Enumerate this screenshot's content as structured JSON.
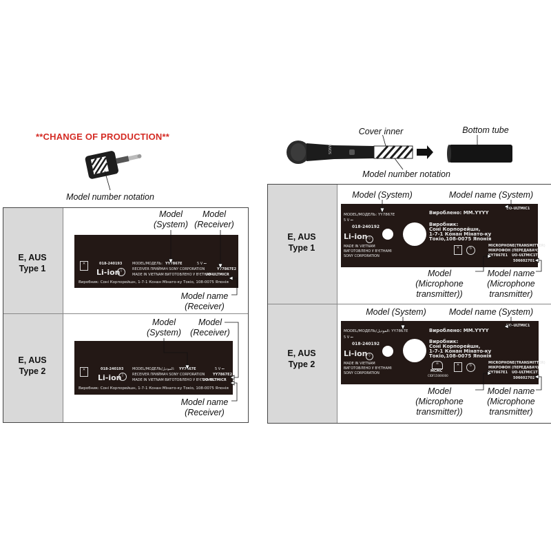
{
  "banner": "**CHANGE OF PRODUCTION**",
  "receiver_photo_caption": "Model number notation",
  "mic_callouts": {
    "cover_inner": "Cover inner",
    "bottom_tube": "Bottom tube",
    "model_number_notation": "Model number notation"
  },
  "left_table": {
    "rows": [
      {
        "header_line1": "E, AUS",
        "header_line2": "Type 1",
        "callout_model_system_1": "Model",
        "callout_model_system_2": "(System)",
        "callout_model_receiver_1": "Model",
        "callout_model_receiver_2": "(Receiver)",
        "callout_model_name_1": "Model name",
        "callout_model_name_2": "(Receiver)",
        "label": {
          "line_cert": "018-240193",
          "model_prefix": "MODEL/МОДЕЛЬ:",
          "model_value": "YY7867E",
          "power": "5 V ⎓",
          "receiver_text": "RECEIVER  ПРИЙМАЧ  SONY CORPORATION",
          "receiver_model": "YY7867E2",
          "made_in": "MADE IN VIETNAM  ВИГОТОВЛЕНО У В'ЄТНАМІ",
          "model_name": "UO-ULTMICR",
          "battery": "Li-ion",
          "address": "Виробник: Соні Корпорейшн, 1-7-1 Конан Мінато-ку Токіо, 108-0075 Японія"
        }
      },
      {
        "header_line1": "E, AUS",
        "header_line2": "Type 2",
        "callout_model_system_1": "Model",
        "callout_model_system_2": "(System)",
        "callout_model_receiver_1": "Model",
        "callout_model_receiver_2": "(Receiver)",
        "callout_model_name_1": "Model name",
        "callout_model_name_2": "(Receiver)",
        "label": {
          "line_cert": "018-240193",
          "model_prefix": "MODEL/МОДЕЛЬ/الموديل:",
          "model_value": "YY7867E",
          "power": "5 V ⎓",
          "receiver_text": "RECEIVER  ПРИЙМАЧ  SONY CORPORATION",
          "receiver_model": "YY7867E2",
          "made_in": "MADE IN VIETNAM  ВИГОТОВЛЕНО У В'ЄТНАМІ",
          "model_name": "UO-ULTMICR",
          "battery": "Li-ion",
          "address": "Виробник: Соні Корпорейшн, 1-7-1 Конан Мінато-ку Токіо, 108-0075 Японія"
        }
      }
    ]
  },
  "right_table": {
    "rows": [
      {
        "header_line1": "E, AUS",
        "header_line2": "Type 1",
        "callout_model_system": "Model (System)",
        "callout_model_name_system": "Model name (System)",
        "callout_model_mic_1": "Model",
        "callout_model_mic_2": "(Microphone",
        "callout_model_mic_3": "transmitter))",
        "callout_name_mic_1": "Model name",
        "callout_name_mic_2": "(Microphone",
        "callout_name_mic_3": "transmitter)",
        "label": {
          "model_line": "MODEL/МОДЕЛЬ:  YY7867E",
          "power": "5 V ⎓",
          "cert": "018-240192",
          "battery": "Li-ion",
          "produced": "Вироблено:  MM.YYYY",
          "model_name": "UO-ULTMIC1",
          "maker_1": "Виробник:",
          "maker_2": "Соні Корпорейшн,",
          "maker_3": "1-7-1 Конан Мінато-ку",
          "maker_4": "Токіо,108-0075 Японія",
          "made_in_1": "MADE IN VIETNAM",
          "made_in_2": "ВИГОТОВЛЕНО У В'ЄТНАМІ",
          "made_in_3": "SONY CORPORATION",
          "mic_text_1": "MICROPHONE(TRANSMITTER)",
          "mic_text_2": "МІКРОФОН (ПЕРЕДАВАЧ)",
          "mic_model": "YY7867E1",
          "mic_name": "UO-ULTMIC1T",
          "serial": "506602701"
        }
      },
      {
        "header_line1": "E, AUS",
        "header_line2": "Type 2",
        "callout_model_system": "Model (System)",
        "callout_model_name_system": "Model name (System)",
        "callout_model_mic_1": "Model",
        "callout_model_mic_2": "(Microphone",
        "callout_model_mic_3": "transmitter))",
        "callout_name_mic_1": "Model name",
        "callout_name_mic_2": "(Microphone",
        "callout_name_mic_3": "transmitter)",
        "label": {
          "model_line": "MODEL/МОДЕЛЬ/الموديل:  YY7867E",
          "power": "5 V ⎓",
          "cert": "018-240192",
          "battery": "Li-ion",
          "produced": "Вироблено:  MM.YYYY",
          "model_name": "UO-ULTMIC1",
          "maker_1": "Виробник:",
          "maker_2": "Соні Корпорейшн,",
          "maker_3": "1-7-1 Конан Мінато-ку",
          "maker_4": "Токіо,108-0075 Японія",
          "made_in_1": "MADE IN VIETNAM",
          "made_in_2": "ВИГОТОВЛЕНО У В'ЄТНАМІ",
          "made_in_3": "SONY CORPORATION",
          "mic_text_1": "MICROPHONE(TRANSMITTER)",
          "mic_text_2": "МІКРОФОН (ПЕРЕДАВАЧ)",
          "mic_model": "YY7867E1",
          "mic_name": "UO-ULTMIC1T",
          "serial": "506602702",
          "mcmc": "MCMC",
          "mcmc_code": "CIDF15000000"
        }
      }
    ]
  }
}
